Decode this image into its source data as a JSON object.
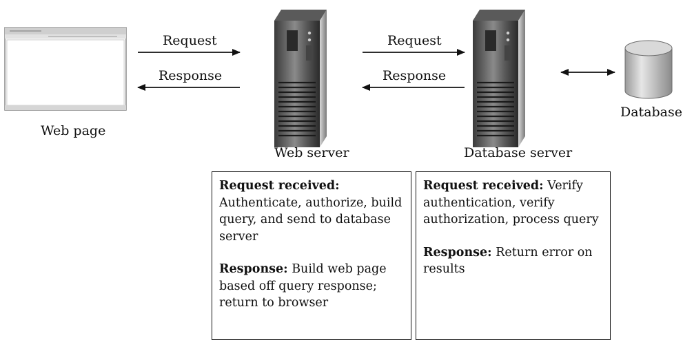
{
  "nodes": {
    "web_page": "Web page",
    "web_server": "Web server",
    "database_server": "Database server",
    "database": "Database"
  },
  "edges": {
    "left_request": "Request",
    "left_response": "Response",
    "right_request": "Request",
    "right_response": "Response"
  },
  "notes": {
    "web_server": {
      "request_heading": "Request received:",
      "request_text": "Authenticate, authorize, build query, and send to database server",
      "response_heading": "Response:",
      "response_text": "Build web page based off query response; return to browser"
    },
    "database_server": {
      "request_heading": "Request received:",
      "request_text": "Verify authentication, verify authorization, process query",
      "response_heading": "Response:",
      "response_text": "Return error on results"
    }
  }
}
